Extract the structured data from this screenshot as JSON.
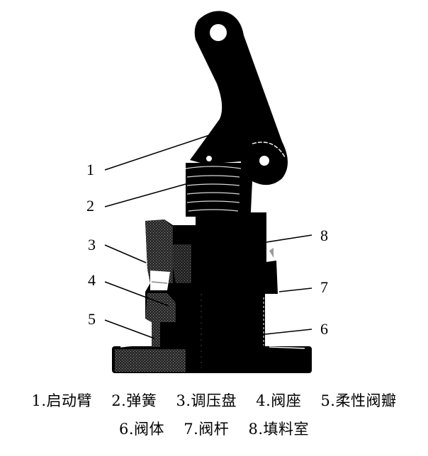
{
  "figure": {
    "type": "valve-cross-section",
    "callouts": [
      {
        "num": "1",
        "name": "启动臂"
      },
      {
        "num": "2",
        "name": "弹簧"
      },
      {
        "num": "3",
        "name": "调压盘"
      },
      {
        "num": "4",
        "name": "阀座"
      },
      {
        "num": "5",
        "name": "柔性阀瓣"
      },
      {
        "num": "6",
        "name": "阀体"
      },
      {
        "num": "7",
        "name": "阀杆"
      },
      {
        "num": "8",
        "name": "填料室"
      }
    ]
  },
  "caption": {
    "line1": [
      "1.启动臂",
      "2.弹簧",
      "3.调压盘",
      "4.阀座",
      "5.柔性阀瓣"
    ],
    "line2": [
      "6.阀体",
      "7.阀杆",
      "8.填料室"
    ]
  },
  "colors": {
    "ink": "#000000",
    "paper": "#ffffff",
    "shade": "#3a3a3a"
  }
}
